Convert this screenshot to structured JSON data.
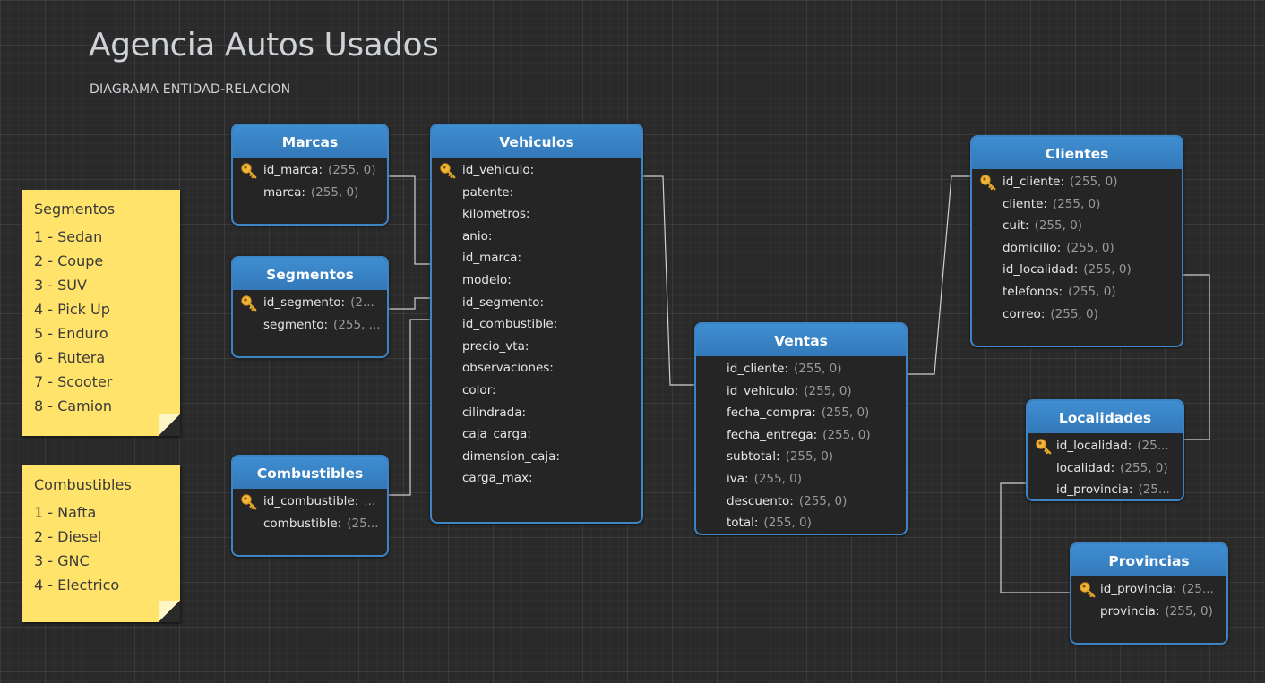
{
  "title": "Agencia Autos Usados",
  "subtitle": "DIAGRAMA ENTIDAD-RELACION",
  "entities": {
    "marcas": {
      "name": "Marcas",
      "fields": [
        {
          "name": "id_marca:",
          "type": "(255, 0)",
          "key": true
        },
        {
          "name": "marca:",
          "type": "(255, 0)"
        }
      ]
    },
    "segmentos": {
      "name": "Segmentos",
      "fields": [
        {
          "name": "id_segmento:",
          "type": "(2...",
          "key": true
        },
        {
          "name": "segmento:",
          "type": "(255, ..."
        }
      ]
    },
    "combustibles": {
      "name": "Combustibles",
      "fields": [
        {
          "name": "id_combustible:",
          "type": "...",
          "key": true
        },
        {
          "name": "combustible:",
          "type": "(25..."
        }
      ]
    },
    "vehiculos": {
      "name": "Vehiculos",
      "fields": [
        {
          "name": "id_vehiculo:",
          "key": true
        },
        {
          "name": "patente:"
        },
        {
          "name": "kilometros:"
        },
        {
          "name": "anio:"
        },
        {
          "name": "id_marca:"
        },
        {
          "name": "modelo:"
        },
        {
          "name": "id_segmento:"
        },
        {
          "name": "id_combustible:"
        },
        {
          "name": "precio_vta:"
        },
        {
          "name": "observaciones:"
        },
        {
          "name": "color:"
        },
        {
          "name": "cilindrada:"
        },
        {
          "name": "caja_carga:"
        },
        {
          "name": "dimension_caja:"
        },
        {
          "name": "carga_max:"
        }
      ]
    },
    "ventas": {
      "name": "Ventas",
      "fields": [
        {
          "name": "id_cliente:",
          "type": "(255, 0)"
        },
        {
          "name": "id_vehiculo:",
          "type": "(255, 0)"
        },
        {
          "name": "fecha_compra:",
          "type": "(255, 0)"
        },
        {
          "name": "fecha_entrega:",
          "type": "(255, 0)"
        },
        {
          "name": "subtotal:",
          "type": "(255, 0)"
        },
        {
          "name": "iva:",
          "type": "(255, 0)"
        },
        {
          "name": "descuento:",
          "type": "(255, 0)"
        },
        {
          "name": "total:",
          "type": "(255, 0)"
        }
      ]
    },
    "clientes": {
      "name": "Clientes",
      "fields": [
        {
          "name": "id_cliente:",
          "type": "(255, 0)",
          "key": true
        },
        {
          "name": "cliente:",
          "type": "(255, 0)"
        },
        {
          "name": "cuit:",
          "type": "(255, 0)"
        },
        {
          "name": "domicilio:",
          "type": "(255, 0)"
        },
        {
          "name": "id_localidad:",
          "type": "(255, 0)"
        },
        {
          "name": "telefonos:",
          "type": "(255, 0)"
        },
        {
          "name": "correo:",
          "type": "(255, 0)"
        }
      ]
    },
    "localidades": {
      "name": "Localidades",
      "fields": [
        {
          "name": "id_localidad:",
          "type": "(25...",
          "key": true
        },
        {
          "name": "localidad:",
          "type": "(255, 0)"
        },
        {
          "name": "id_provincia:",
          "type": "(25..."
        }
      ]
    },
    "provincias": {
      "name": "Provincias",
      "fields": [
        {
          "name": "id_provincia:",
          "type": "(25...",
          "key": true
        },
        {
          "name": "provincia:",
          "type": "(255, 0)"
        }
      ]
    }
  },
  "notes": {
    "segmentos": {
      "title": "Segmentos",
      "lines": [
        "1 - Sedan",
        "2 - Coupe",
        "3 - SUV",
        "4 - Pick Up",
        "5 - Enduro",
        "6 - Rutera",
        "7 - Scooter",
        "8 - Camion"
      ]
    },
    "combustibles": {
      "title": "Combustibles",
      "lines": [
        "1 - Nafta",
        "2 - Diesel",
        "3 - GNC",
        "4 - Electrico"
      ]
    }
  },
  "colors": {
    "entity_header": "#3a86c8",
    "entity_border": "#3c84c4",
    "entity_body": "#252526",
    "note": "#ffe36a",
    "key_icon": "#f2b636",
    "connector": "#d0d0d0"
  }
}
